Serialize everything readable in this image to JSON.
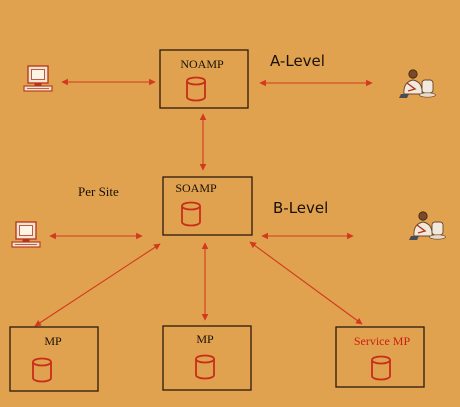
{
  "nodes": {
    "noamp": {
      "label": "NOAMP"
    },
    "soamp": {
      "label": "SOAMP"
    },
    "mp_left": {
      "label": "MP"
    },
    "mp_center": {
      "label": "MP"
    },
    "service_mp": {
      "label": "Service MP"
    }
  },
  "levels": {
    "a_level": "A-Level",
    "b_level": "B-Level"
  },
  "per_site_label": "Per Site",
  "colors": {
    "background": "#e0a24f",
    "arrow": "#d2391f",
    "box_border": "#2b1a0e",
    "database": "#c72d19",
    "service_label": "#cc1f11"
  },
  "icons": [
    "computer-icon",
    "user-icon",
    "database-icon"
  ]
}
